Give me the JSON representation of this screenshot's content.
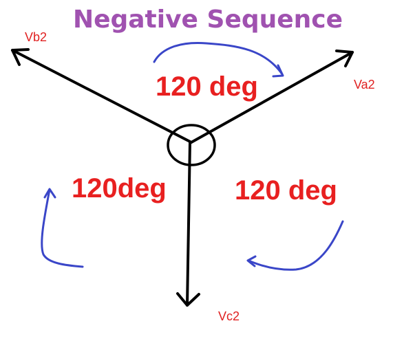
{
  "title": "Negative Sequence",
  "phasors": [
    {
      "label": "Va2"
    },
    {
      "label": "Vb2"
    },
    {
      "label": "Vc2"
    }
  ],
  "angles": [
    {
      "label": "120 deg"
    },
    {
      "label": "120deg"
    },
    {
      "label": "120 deg"
    }
  ],
  "colors": {
    "title": "#a052b0",
    "phasor_label": "#e02020",
    "angle_label": "#e82020",
    "rotation_arrow": "#3a46c8",
    "phasor_line": "#000000"
  }
}
